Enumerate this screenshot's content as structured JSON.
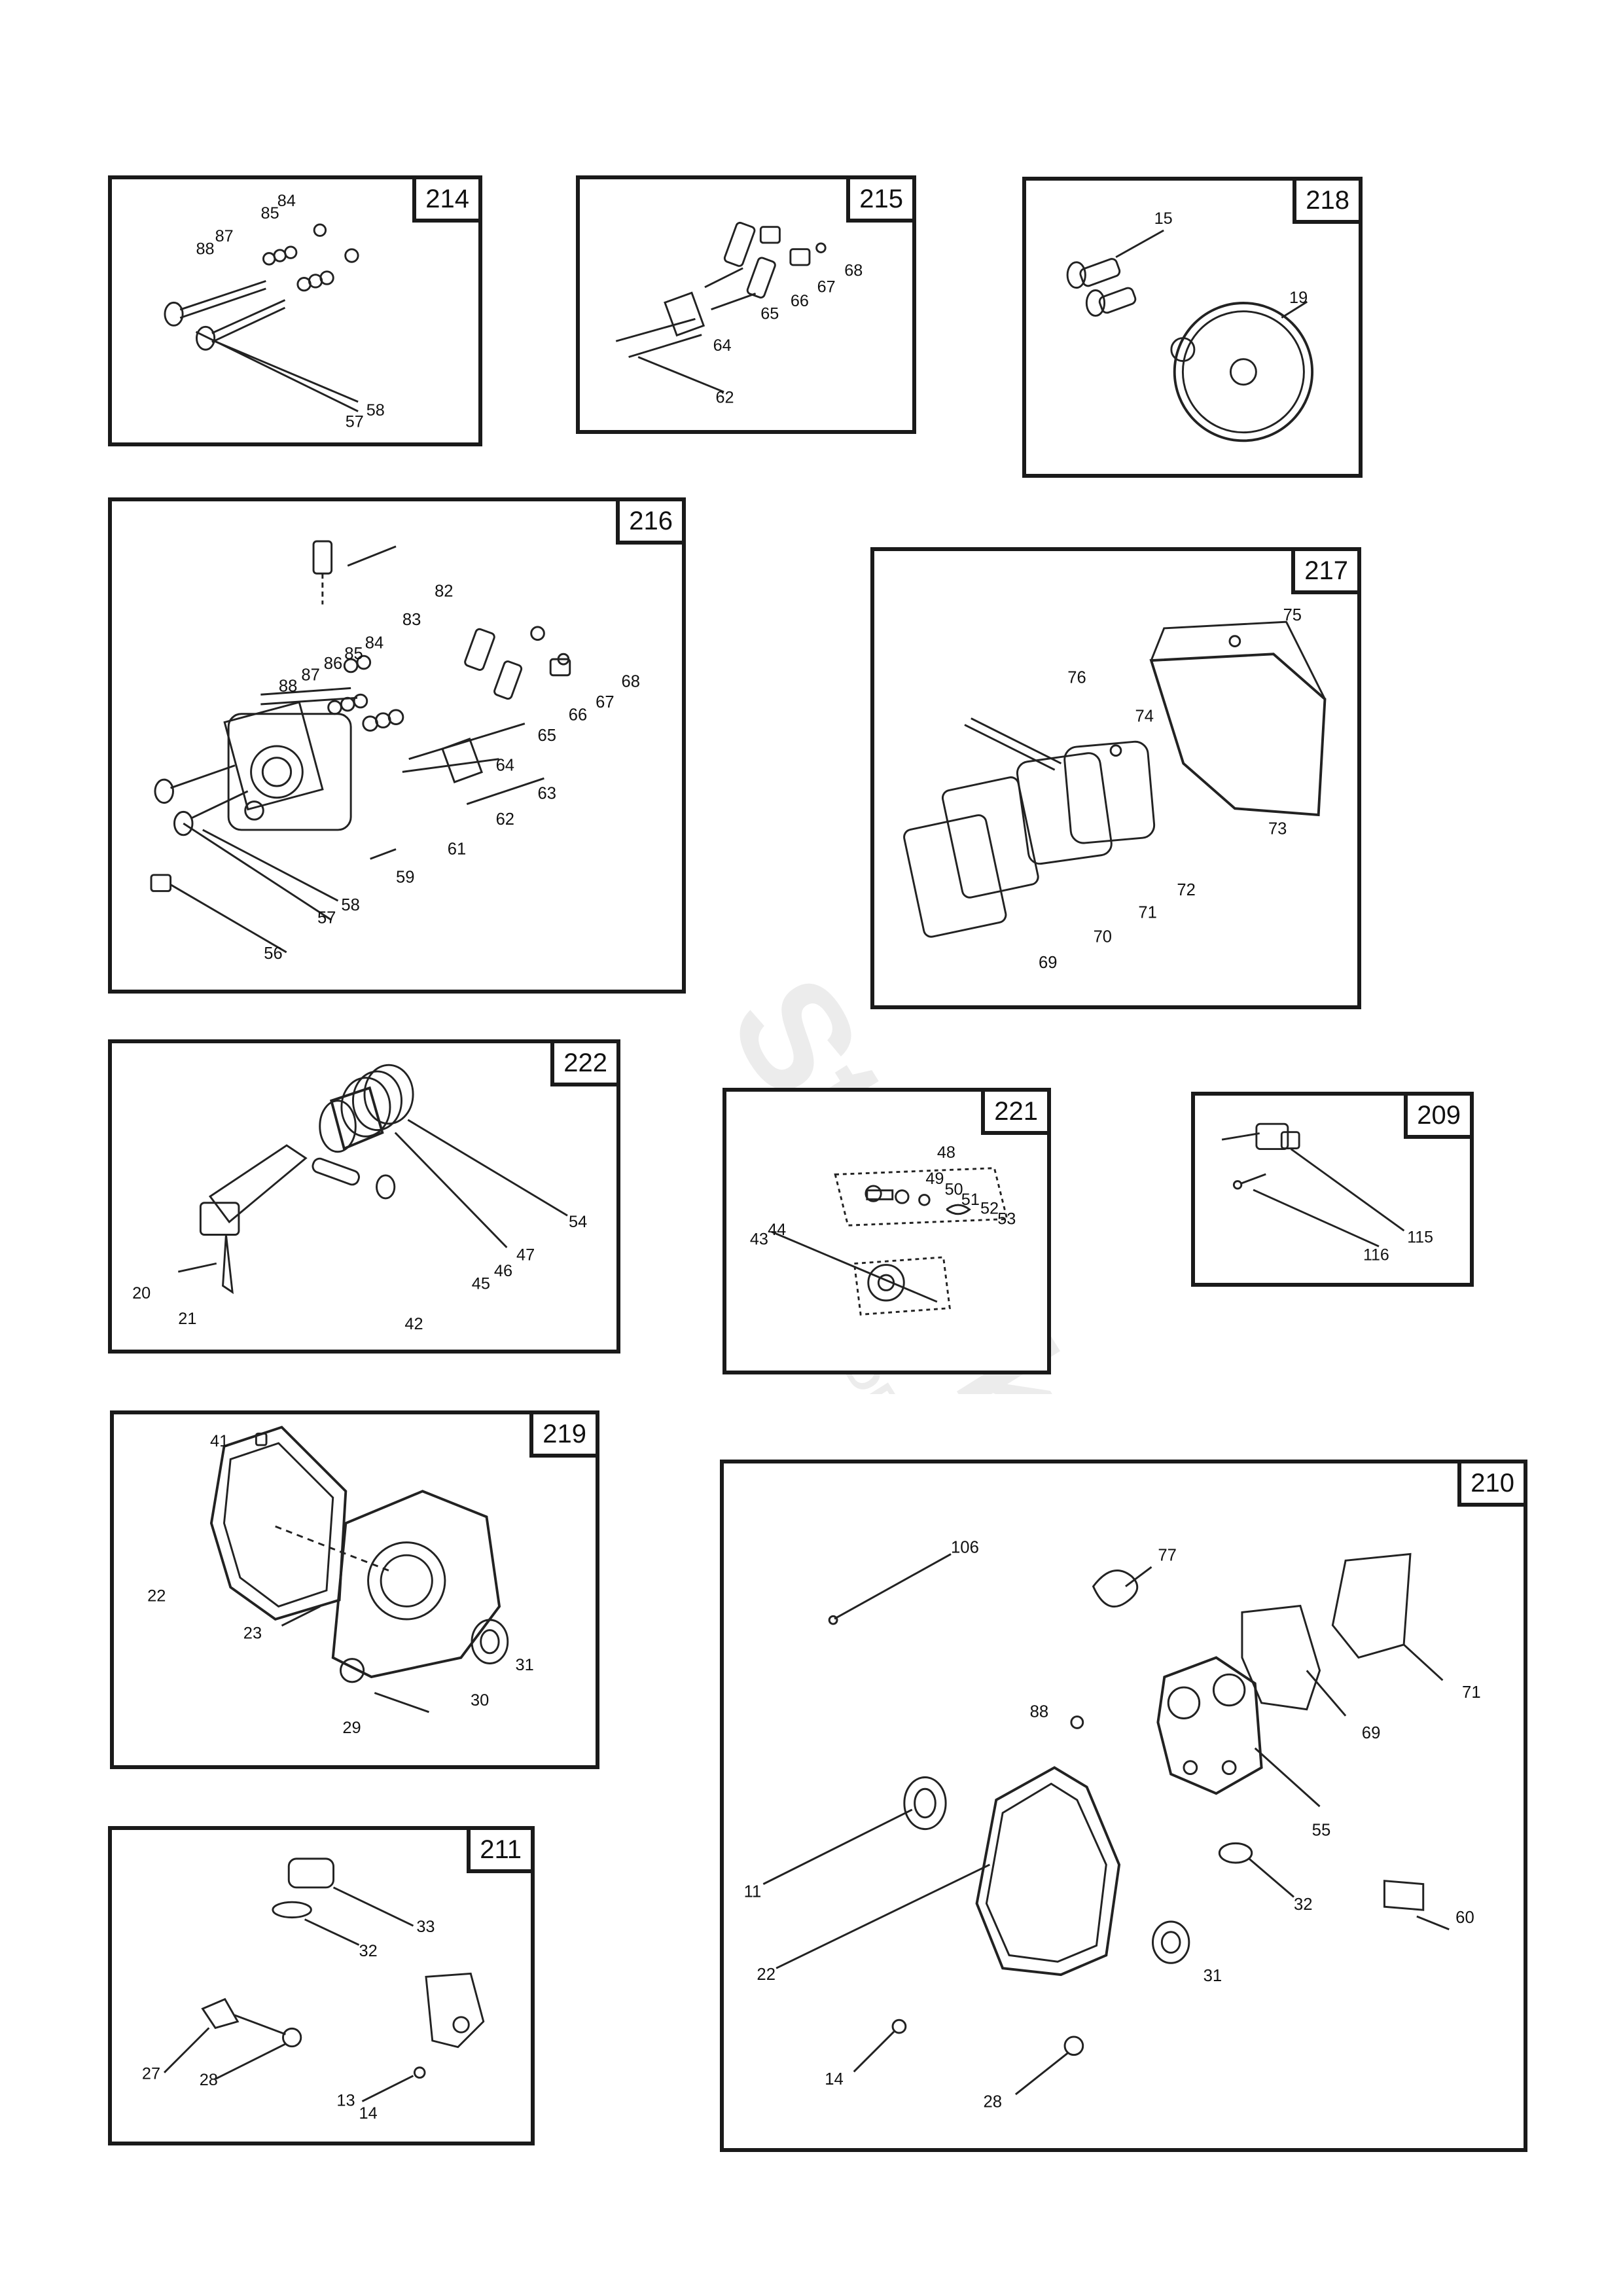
{
  "watermark": {
    "brand": "Stretek",
    "sub": "GARDEN"
  },
  "panels": {
    "p214": {
      "tag": "214",
      "labels": {
        "a84": "84",
        "a85": "85",
        "a87": "87",
        "a88": "88",
        "a57": "57",
        "a58": "58"
      }
    },
    "p215": {
      "tag": "215",
      "labels": {
        "a62": "62",
        "a64": "64",
        "a65": "65",
        "a66": "66",
        "a67": "67",
        "a68": "68"
      }
    },
    "p218": {
      "tag": "218",
      "labels": {
        "a15": "15",
        "a19": "19"
      }
    },
    "p216": {
      "tag": "216",
      "labels": {
        "a82": "82",
        "a83": "83",
        "a84": "84",
        "a85": "85",
        "a86": "86",
        "a87": "87",
        "a88": "88",
        "a68": "68",
        "a67": "67",
        "a66": "66",
        "a65": "65",
        "a64": "64",
        "a63": "63",
        "a62": "62",
        "a61": "61",
        "a59": "59",
        "a58": "58",
        "a57": "57",
        "a56": "56"
      }
    },
    "p217": {
      "tag": "217",
      "labels": {
        "a75": "75",
        "a76": "76",
        "a74": "74",
        "a73": "73",
        "a72": "72",
        "a71": "71",
        "a70": "70",
        "a69": "69"
      }
    },
    "p222": {
      "tag": "222",
      "labels": {
        "a54": "54",
        "a47": "47",
        "a46": "46",
        "a45": "45",
        "a42": "42",
        "a20": "20",
        "a21": "21"
      }
    },
    "p221": {
      "tag": "221",
      "labels": {
        "a48": "48",
        "a49": "49",
        "a50": "50",
        "a51": "51",
        "a52": "52",
        "a53": "53",
        "a43": "43",
        "a44": "44"
      }
    },
    "p209": {
      "tag": "209",
      "labels": {
        "a115": "115",
        "a116": "116"
      }
    },
    "p219": {
      "tag": "219",
      "labels": {
        "a41": "41",
        "a22": "22",
        "a23": "23",
        "a31": "31",
        "a30": "30",
        "a29": "29"
      }
    },
    "p210": {
      "tag": "210",
      "labels": {
        "a106": "106",
        "a77": "77",
        "a71": "71",
        "a88": "88",
        "a69": "69",
        "a55": "55",
        "a11": "11",
        "a22": "22",
        "a32": "32",
        "a60": "60",
        "a31": "31",
        "a14": "14",
        "a28": "28"
      }
    },
    "p211": {
      "tag": "211",
      "labels": {
        "a33": "33",
        "a32": "32",
        "a27": "27",
        "a28": "28",
        "a13": "13",
        "a14": "14"
      }
    }
  }
}
